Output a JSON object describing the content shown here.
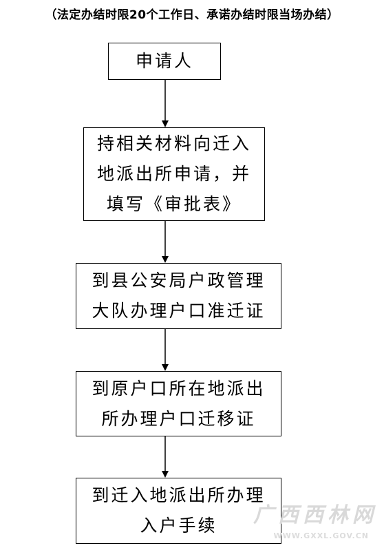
{
  "header": {
    "note": "（法定办结时限20个工作日、承诺办结时限当场办结）"
  },
  "steps": [
    {
      "lines": [
        "申请人"
      ]
    },
    {
      "lines": [
        "持相关材料向迁入",
        "地派出所申请，并",
        "填写《审批表》"
      ]
    },
    {
      "lines": [
        "到县公安局户政管理",
        "大队办理户口准迁证"
      ]
    },
    {
      "lines": [
        "到原户口所在地派出",
        "所办理户口迁移证"
      ]
    },
    {
      "lines": [
        "到迁入地派出所办理",
        "入户手续"
      ]
    }
  ],
  "watermark": {
    "logo": "广西西林网",
    "url": "WWW.GXXL.GOV.CN"
  },
  "colors": {
    "line": "#000000",
    "background": "#ffffff",
    "watermark": "#d9d9d9"
  }
}
